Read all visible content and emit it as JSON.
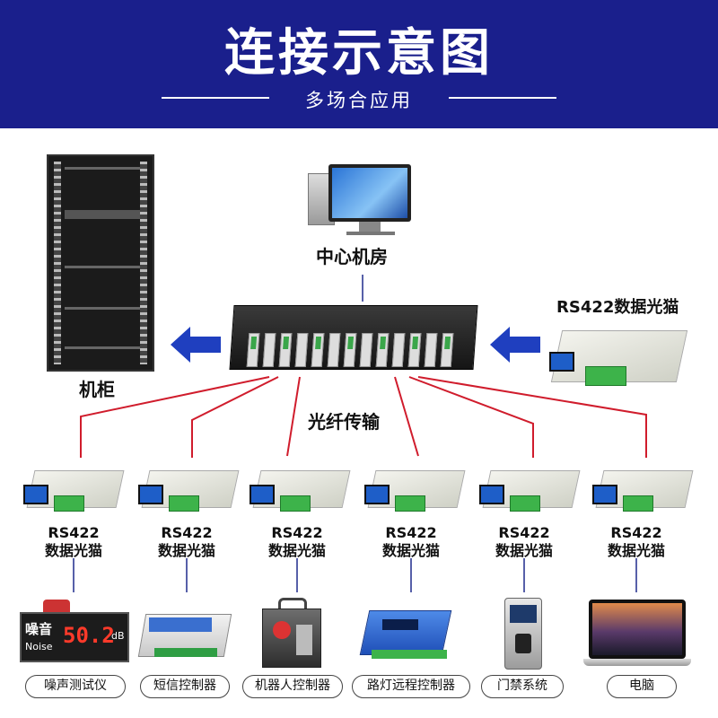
{
  "header": {
    "title": "连接示意图",
    "subtitle": "多场合应用"
  },
  "labels": {
    "center_room": "中心机房",
    "cabinet": "机柜",
    "fiber": "光纤传输",
    "modem_top": "RS422数据光猫"
  },
  "modems": [
    {
      "line1": "RS422",
      "line2": "数据光猫"
    },
    {
      "line1": "RS422",
      "line2": "数据光猫"
    },
    {
      "line1": "RS422",
      "line2": "数据光猫"
    },
    {
      "line1": "RS422",
      "line2": "数据光猫"
    },
    {
      "line1": "RS422",
      "line2": "数据光猫"
    },
    {
      "line1": "RS422",
      "line2": "数据光猫"
    }
  ],
  "devices": [
    {
      "label": "噪声测试仪",
      "display_word": "噪音",
      "display_sub": "Noise",
      "display_value": "50.2",
      "display_unit": "dB"
    },
    {
      "label": "短信控制器"
    },
    {
      "label": "机器人控制器"
    },
    {
      "label": "路灯远程控制器"
    },
    {
      "label": "门禁系统"
    },
    {
      "label": "电脑"
    }
  ],
  "colors": {
    "header_bg": "#1a1f8c",
    "link_red": "#d01c2c",
    "arrow_blue": "#1f3fbf"
  }
}
